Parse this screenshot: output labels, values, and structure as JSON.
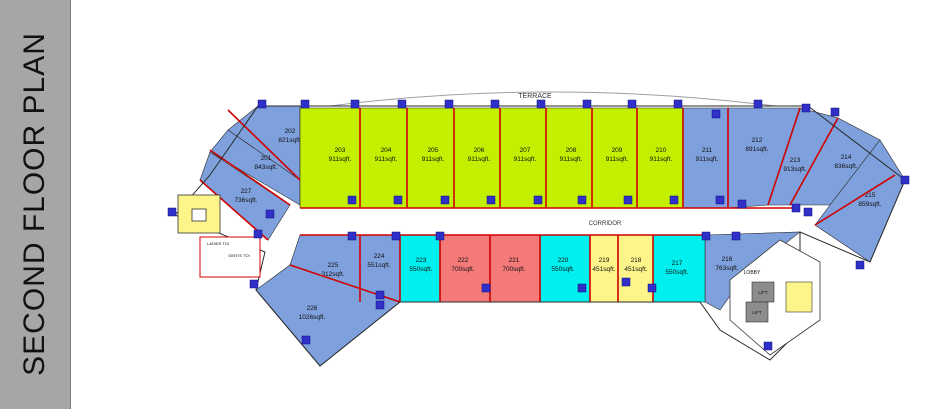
{
  "title": "SECOND FLOOR PLAN",
  "labels": {
    "terrace": "TERRACE",
    "corridor": "CORRIDOR",
    "lobby": "LOBBY",
    "lift": "LIFT",
    "ladies_toilet": "LADIES TOI",
    "gents_toilet": "GENTS TOI"
  },
  "colors": {
    "blue": "#7ea0dc",
    "green": "#c2f000",
    "cyan": "#00f0f0",
    "salmon": "#f37a78",
    "yellow": "#fdf58a",
    "wall": "#d00000",
    "column": "#3030c8",
    "background": "#ffffff",
    "panel": "#a6a6a6"
  },
  "units": [
    {
      "number": "202",
      "area": "821sqft.",
      "color": "blue"
    },
    {
      "number": "201",
      "area": "843sqft.",
      "color": "blue"
    },
    {
      "number": "227",
      "area": "736sqft.",
      "color": "blue"
    },
    {
      "number": "203",
      "area": "911sqft.",
      "color": "green"
    },
    {
      "number": "204",
      "area": "911sqft.",
      "color": "green"
    },
    {
      "number": "205",
      "area": "911sqft.",
      "color": "green"
    },
    {
      "number": "206",
      "area": "911sqft.",
      "color": "green"
    },
    {
      "number": "207",
      "area": "911sqft.",
      "color": "green"
    },
    {
      "number": "208",
      "area": "911sqft.",
      "color": "green"
    },
    {
      "number": "209",
      "area": "911sqft.",
      "color": "green"
    },
    {
      "number": "210",
      "area": "911sqft.",
      "color": "green"
    },
    {
      "number": "211",
      "area": "911sqft.",
      "color": "blue"
    },
    {
      "number": "212",
      "area": "891sqft.",
      "color": "blue"
    },
    {
      "number": "213",
      "area": "913sqft.",
      "color": "blue"
    },
    {
      "number": "214",
      "area": "836sqft.",
      "color": "blue"
    },
    {
      "number": "215",
      "area": "859sqft.",
      "color": "blue"
    },
    {
      "number": "216",
      "area": "763sqft.",
      "color": "blue"
    },
    {
      "number": "217",
      "area": "550sqft.",
      "color": "cyan"
    },
    {
      "number": "218",
      "area": "451sqft.",
      "color": "yellow"
    },
    {
      "number": "219",
      "area": "451sqft.",
      "color": "yellow"
    },
    {
      "number": "220",
      "area": "550sqft.",
      "color": "cyan"
    },
    {
      "number": "221",
      "area": "700sqft.",
      "color": "salmon"
    },
    {
      "number": "222",
      "area": "700sqft.",
      "color": "salmon"
    },
    {
      "number": "223",
      "area": "550sqft.",
      "color": "cyan"
    },
    {
      "number": "224",
      "area": "551sqft.",
      "color": "blue"
    },
    {
      "number": "225",
      "area": "312sqft.",
      "color": "blue"
    },
    {
      "number": "226",
      "area": "1026sqft.",
      "color": "blue"
    }
  ]
}
